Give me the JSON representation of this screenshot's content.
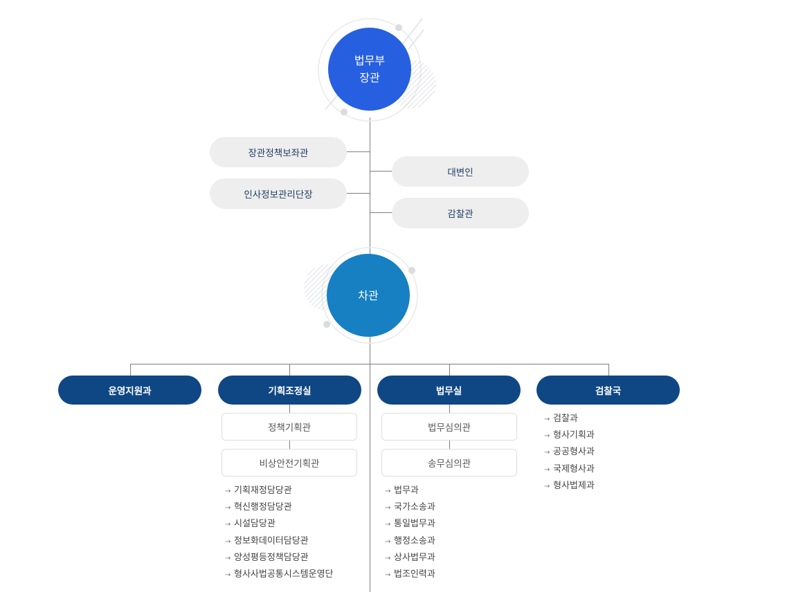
{
  "colors": {
    "minister": "#2660e0",
    "vice_minister": "#1680c2",
    "division": "#0f4784",
    "staff_pill": "#eeeeee",
    "staff_text": "#1f3d66",
    "line": "#7d7d7d"
  },
  "minister": {
    "line1": "법무부",
    "line2": "장관"
  },
  "left_staff": [
    {
      "label": "장관정책보좌관"
    },
    {
      "label": "인사정보관리단장"
    }
  ],
  "right_staff": [
    {
      "label": "대변인"
    },
    {
      "label": "감찰관"
    }
  ],
  "vice_minister": {
    "label": "차관"
  },
  "divisions": [
    {
      "label": "운영지원과",
      "boxes": [],
      "items": []
    },
    {
      "label": "기획조정실",
      "boxes": [
        {
          "label": "정책기획관"
        },
        {
          "label": "비상안전기획관"
        }
      ],
      "items": [
        "기획재정담당관",
        "혁신행정담당관",
        "시설담당관",
        "정보화데이터담당관",
        "양성평등정책담당관",
        "형사사법공통시스템운영단"
      ]
    },
    {
      "label": "법무실",
      "boxes": [
        {
          "label": "법무심의관"
        },
        {
          "label": "송무심의관"
        }
      ],
      "items": [
        "법무과",
        "국가소송과",
        "통일법무과",
        "행정소송과",
        "상사법무과",
        "법조인력과"
      ]
    },
    {
      "label": "검찰국",
      "boxes": [],
      "items": [
        "검찰과",
        "형사기획과",
        "공공형사과",
        "국제형사과",
        "형사법제과"
      ]
    }
  ],
  "icons": {
    "list_bullet": "arrow-bullet-icon"
  }
}
